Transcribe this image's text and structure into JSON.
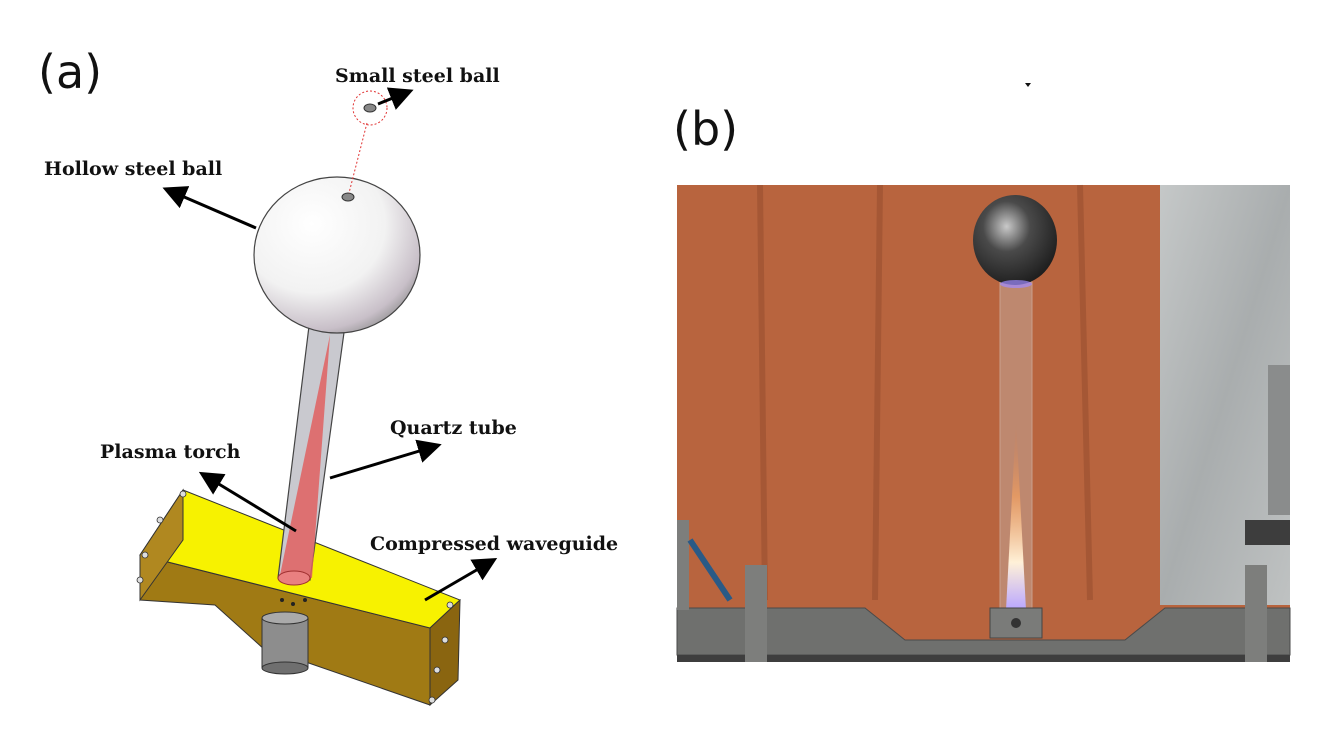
{
  "panel_a": {
    "label": "(a)",
    "callouts": {
      "small_steel_ball": "Small steel ball",
      "hollow_steel_ball": "Hollow steel ball",
      "quartz_tube": "Quartz tube",
      "plasma_torch": "Plasma torch",
      "compressed_waveguide": "Compressed waveguide"
    },
    "colors": {
      "waveguide_top": "#f7f200",
      "waveguide_side": "#a07a14",
      "plasma": "#e06060",
      "callout_circle": "#e03030"
    }
  },
  "panel_b": {
    "label": "(b)",
    "colors": {
      "backdrop": "#b8643e",
      "curtain": "#b9bcbc",
      "frame": "#6f706e"
    }
  }
}
